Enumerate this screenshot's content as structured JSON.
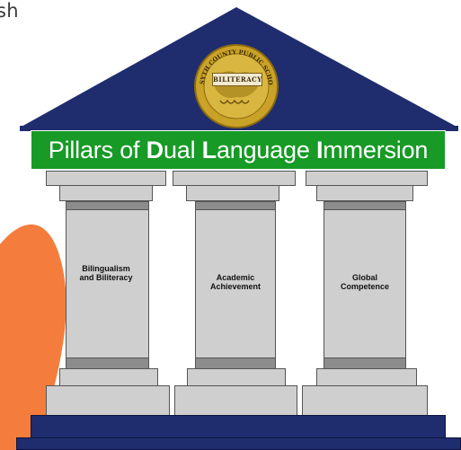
{
  "corner_text": "sh",
  "seal": {
    "label": "BILITERACY",
    "ring_text": "FORSYTH COUNTY PUBLIC SCHOOLS"
  },
  "banner": {
    "part1": "Pillars of ",
    "bold1": "D",
    "part2": "ual ",
    "bold2": "L",
    "part3": "anguage ",
    "bold3": "I",
    "part4": "mmersion"
  },
  "pillars": [
    {
      "label": "Bilingualism and Biliteracy"
    },
    {
      "label": "Academic Achievement"
    },
    {
      "label": "Global Competence"
    }
  ],
  "colors": {
    "navy": "#1f2d6e",
    "green": "#179a26",
    "orange": "#f47c3c",
    "stone": "#cfcfcf",
    "stone_band": "#8c8c8c",
    "gold": "#c9a227"
  }
}
